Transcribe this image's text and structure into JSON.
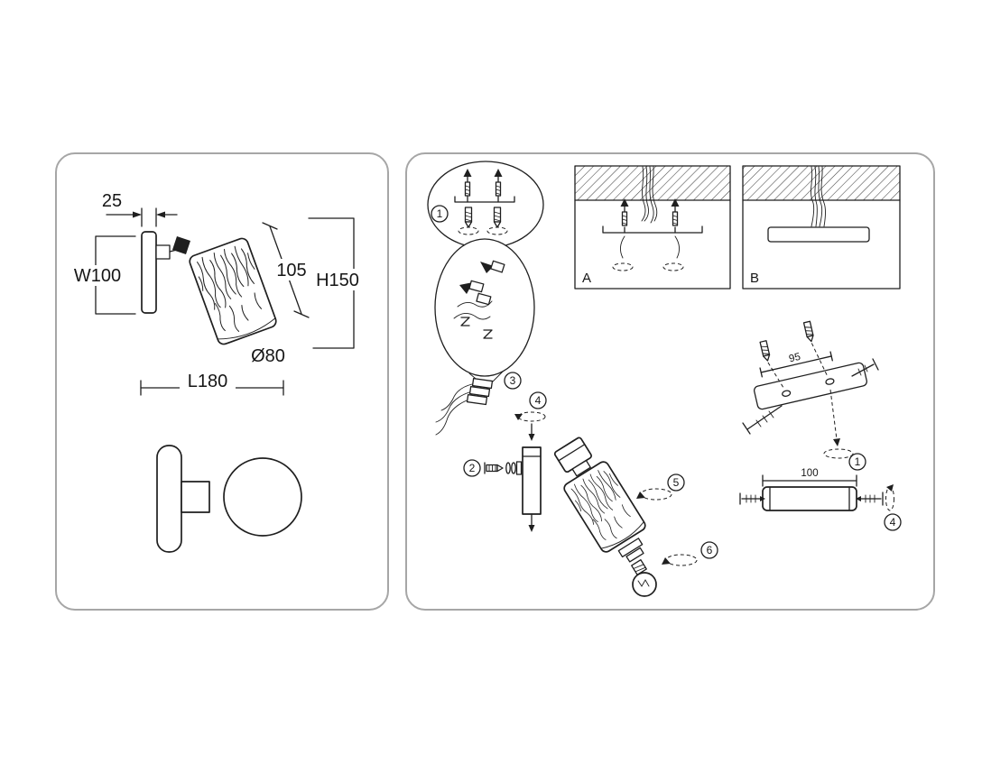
{
  "left_panel": {
    "dims": {
      "depth": "25",
      "width": "W100",
      "shade_height": "105",
      "height": "H150",
      "diameter": "Ø80",
      "length": "L180"
    }
  },
  "right_panel": {
    "labels": {
      "option_a": "A",
      "option_b": "B"
    },
    "dims": {
      "bracket_holes": "95",
      "rod_length": "100"
    },
    "callouts": {
      "anchors": "1",
      "screw": "2",
      "terminal": "3",
      "rod_turn": "4",
      "shade_turn": "5",
      "bulb_turn": "6",
      "bracket": "1",
      "rod": "4"
    }
  }
}
